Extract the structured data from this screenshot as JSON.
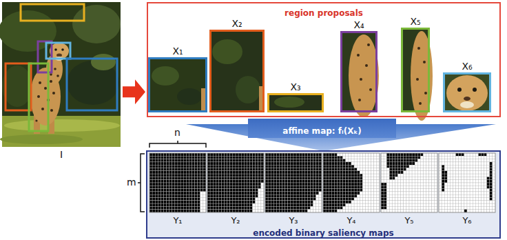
{
  "diagram": {
    "nodes": [
      {
        "text": [
          "I"
        ]
      },
      {
        "text": [
          "region proposals"
        ]
      },
      {
        "text": [
          "X₁"
        ],
        "in": 1
      },
      {
        "text": [
          "X₂"
        ],
        "in": 1
      },
      {
        "text": [
          "X₃"
        ],
        "in": 1
      },
      {
        "text": [
          "X₄"
        ],
        "in": 1
      },
      {
        "text": [
          "X₅"
        ],
        "in": 1
      },
      {
        "text": [
          "X₆"
        ],
        "in": 1
      },
      {
        "text": [
          "affine map: fₗ(Xₖ)"
        ]
      },
      {
        "text": [
          "encoded binary saliency maps"
        ]
      },
      {
        "text": [
          "Y₁"
        ],
        "in": 9
      },
      {
        "text": [
          "Y₂"
        ],
        "in": 9
      },
      {
        "text": [
          "Y₃"
        ],
        "in": 9
      },
      {
        "text": [
          "Y₄"
        ],
        "in": 9
      },
      {
        "text": [
          "Y₅"
        ],
        "in": 9
      },
      {
        "text": [
          "Y₆"
        ],
        "in": 9
      }
    ],
    "edges": [
      {
        "from": 0,
        "to": 1,
        "arrow": "to"
      }
    ],
    "labels": [
      "n",
      "m"
    ]
  }
}
